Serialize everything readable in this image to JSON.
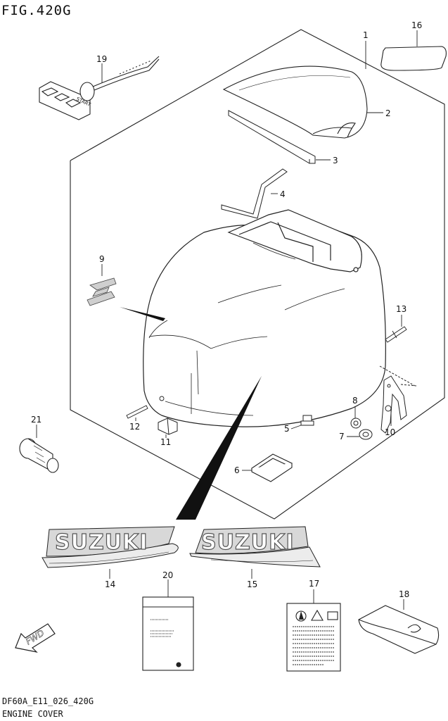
{
  "figure": {
    "title": "FIG.420G",
    "code": "DF60A_E11_026_420G",
    "name": "ENGINE COVER"
  },
  "callouts": [
    "1",
    "2",
    "3",
    "4",
    "5",
    "6",
    "7",
    "8",
    "9",
    "10",
    "11",
    "12",
    "13",
    "14",
    "15",
    "16",
    "17",
    "18",
    "19",
    "20",
    "21"
  ],
  "decals": {
    "brand_left": "SUZUKI",
    "brand_right": "SUZUKI",
    "fwd": "FWD",
    "start_label": "START"
  },
  "colors": {
    "line": "#222222",
    "decal_fill": "#cfcfcf",
    "arrow": "#111111"
  }
}
